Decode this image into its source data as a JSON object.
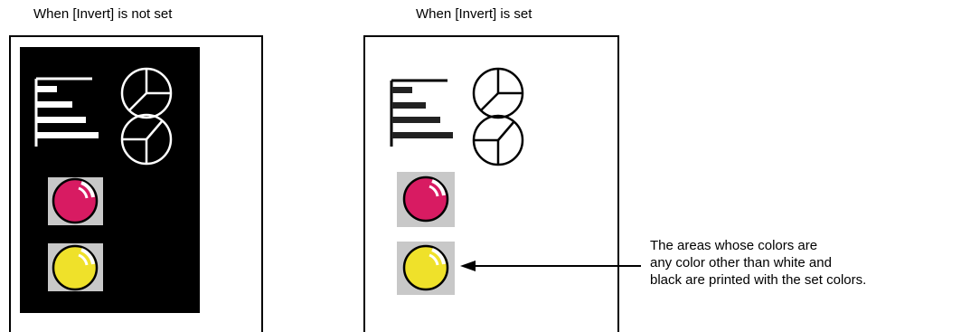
{
  "captions": {
    "left": "When [Invert] is not set",
    "right": "When [Invert] is set"
  },
  "note": {
    "line1": "The areas whose colors are",
    "line2": "any color other than white and",
    "line3": "black are printed with the set colors."
  },
  "colors": {
    "magenta": "#d81b62",
    "yellow": "#efe12a",
    "icon_background": "#c8c8c8",
    "inverted_background": "#000000",
    "normal_background": "#ffffff"
  }
}
